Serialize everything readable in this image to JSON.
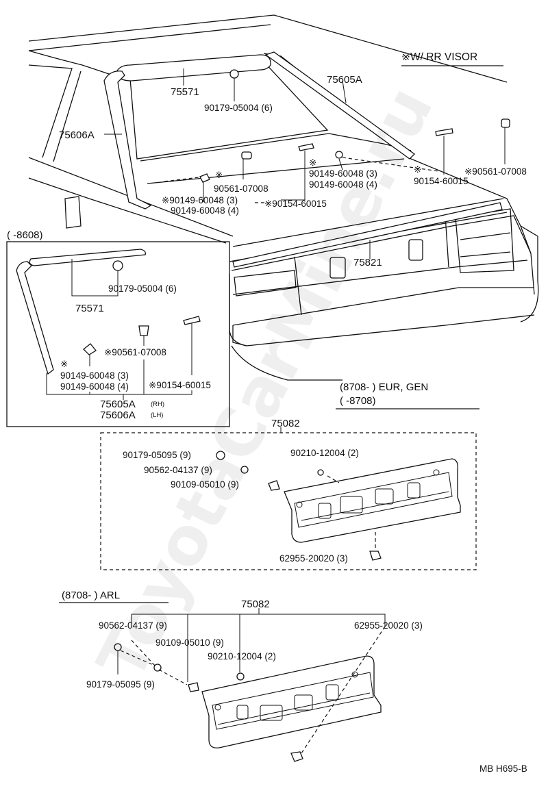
{
  "watermark": "ToyotaCarMine.ru",
  "note_rr_visor": "※W/ RR VISOR",
  "top": {
    "p75571": "75571",
    "p75605A": "75605A",
    "p75606A": "75606A",
    "p75821": "75821",
    "clip6": "90179-05004 (6)",
    "ast1": "※",
    "screw3": "90149-60048 (3)",
    "screw4": "90149-60048 (4)",
    "clip07008_a": "90561-07008",
    "screw_ast_3": "※90149-60048 (3)",
    "screw_plain_4": "90149-60048 (4)",
    "screw15_a": "※90154-60015",
    "ast2": "※",
    "screw15_b": "90154-60015",
    "clip07008_b": "※90561-07008",
    "ast3": "※"
  },
  "inset": {
    "range": "(        -8608)",
    "clip6": "90179-05004 (6)",
    "p75571": "75571",
    "clip07008": "※90561-07008",
    "ast": "※",
    "screw3": "90149-60048 (3)",
    "screw4": "90149-60048 (4)",
    "screw15": "※90154-60015",
    "p75605A": "75605A",
    "rh": "(RH)",
    "p75606A": "75606A",
    "lh": "(LH)"
  },
  "eur": {
    "range1": "(8708-          ) EUR, GEN",
    "range2": "(          -8708)",
    "p75082": "75082",
    "c05095": "90179-05095 (9)",
    "c04137": "90562-04137 (9)",
    "c05010": "90109-05010 (9)",
    "c12004": "90210-12004 (2)",
    "c20020": "62955-20020 (3)"
  },
  "arl": {
    "range": "(8708-          ) ARL",
    "p75082": "75082",
    "c04137": "90562-04137 (9)",
    "c20020": "62955-20020 (3)",
    "c05010": "90109-05010 (9)",
    "c12004": "90210-12004 (2)",
    "c05095": "90179-05095 (9)"
  },
  "code": "MB  H695-B"
}
